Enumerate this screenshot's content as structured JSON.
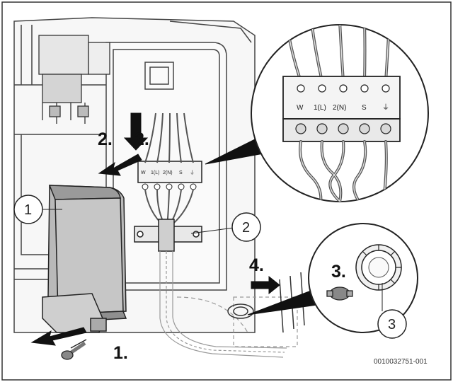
{
  "figure": {
    "steps": {
      "step1": "1.",
      "step2a": "2.",
      "step2b": "2.",
      "step3": "3.",
      "step4": "4."
    },
    "callouts": {
      "c1": "1",
      "c2": "2",
      "c3": "3"
    },
    "terminals_zoom": [
      "W",
      "1(L)",
      "2(N)",
      "S",
      "⏚"
    ],
    "terminals_small": [
      "W",
      "1(L)",
      "2(N)",
      "S",
      "⏚"
    ],
    "figure_id": "0010032751-001"
  }
}
